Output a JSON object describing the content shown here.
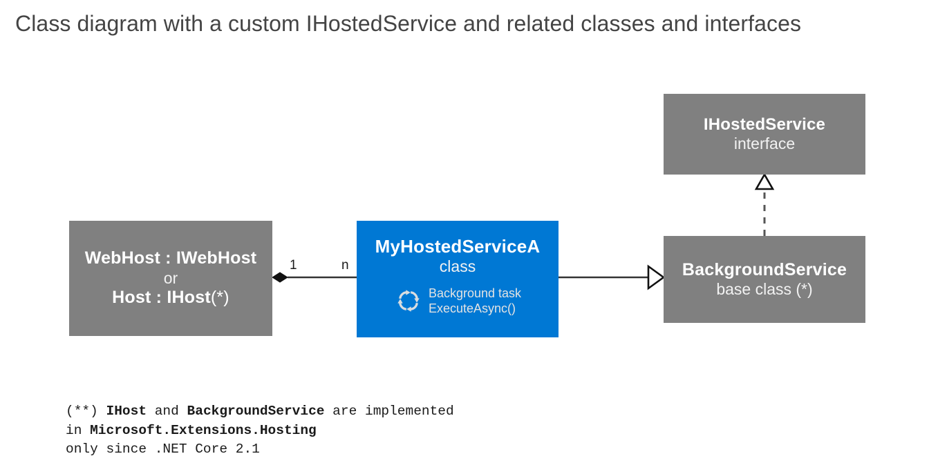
{
  "title": "Class diagram with a custom IHostedService and related classes and interfaces",
  "colors": {
    "grey_node": "#808080",
    "blue_node": "#0078D4",
    "title_text": "#444444",
    "node_text": "#FFFFFF",
    "connector": "#333333",
    "background": "#FFFFFF"
  },
  "nodes": {
    "webhost": {
      "name_part1": "WebHost : IWebHost",
      "or": "or",
      "name_part2": "Host : IHost",
      "name_part2_note": "(*)",
      "kind": "grey"
    },
    "my_hosted_service": {
      "title": "MyHostedServiceA",
      "stereotype": "class",
      "task_icon": "sync-arrows-icon",
      "task_line1": "Background task",
      "task_line2": "ExecuteAsync()",
      "kind": "blue"
    },
    "ihosted_service": {
      "title": "IHostedService",
      "stereotype": "interface",
      "kind": "grey"
    },
    "background_service": {
      "title": "BackgroundService",
      "stereotype": "base class (*)",
      "kind": "grey"
    }
  },
  "edges": {
    "composition": {
      "from": "webhost",
      "to": "my_hosted_service",
      "type": "composition",
      "source_multiplicity": "1",
      "target_multiplicity": "n"
    },
    "inheritance": {
      "from": "my_hosted_service",
      "to": "background_service",
      "type": "generalization"
    },
    "realization": {
      "from": "background_service",
      "to": "ihosted_service",
      "type": "realization-dashed"
    }
  },
  "footnote": {
    "line1_a": "(**) ",
    "line1_b": "IHost",
    "line1_c": " and ",
    "line1_d": "BackgroundService",
    "line1_e": " are implemented",
    "line2_a": "in ",
    "line2_b": "Microsoft.Extensions.Hosting",
    "line3": "only since .NET Core 2.1"
  }
}
